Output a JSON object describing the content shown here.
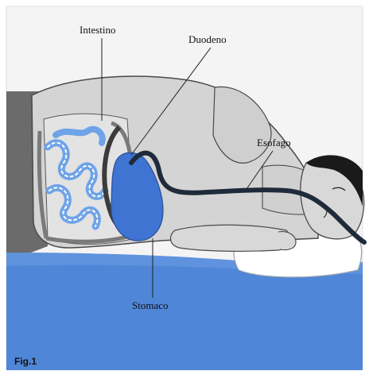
{
  "labels": {
    "intestino": "Intestino",
    "duodeno": "Duodeno",
    "esofago": "Esofago",
    "stomaco": "Stomaco"
  },
  "figure_label": "Fig.1",
  "colors": {
    "background": "#ffffff",
    "mattress": "#4f86d8",
    "body": "#d4d4d4",
    "body_outline": "#4a4a4a",
    "organ_blue": "#3f74d2",
    "tube": "#1f2b3a",
    "hair": "#1a1a1a",
    "wall": "#6b6b6b"
  }
}
